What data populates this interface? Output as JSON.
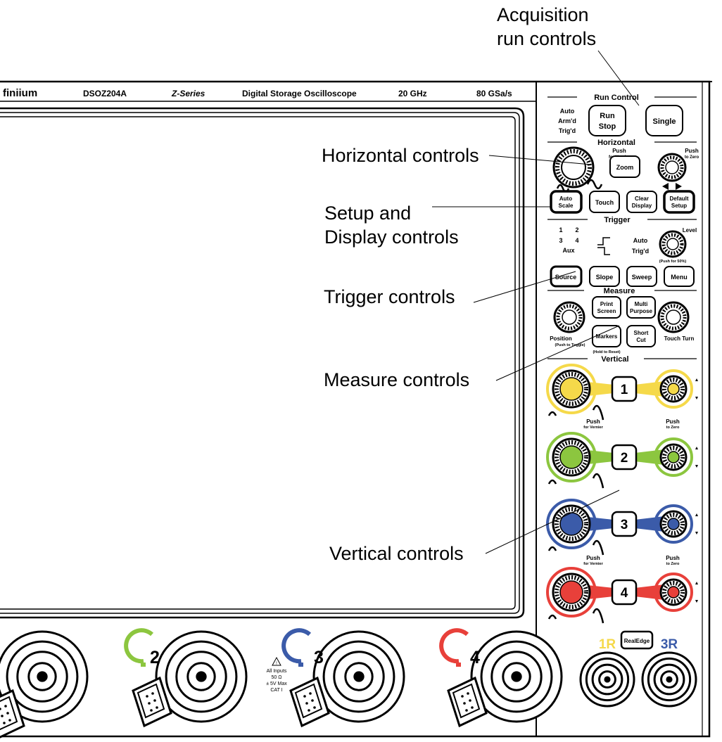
{
  "header": {
    "brand": "finiium",
    "model": "DSOZ204A",
    "series": "Z-Series",
    "description": "Digital Storage Oscilloscope",
    "bandwidth": "20 GHz",
    "sample_rate": "80 GSa/s"
  },
  "callouts": {
    "acquisition": [
      "Acquisition",
      "run controls"
    ],
    "horizontal": "Horizontal controls",
    "setup": [
      "Setup and",
      "Display controls"
    ],
    "trigger": "Trigger controls",
    "measure": "Measure controls",
    "vertical": "Vertical controls"
  },
  "panel": {
    "run_control": {
      "title": "Run Control",
      "status": [
        "Auto",
        "Arm'd",
        "Trig'd"
      ],
      "run_stop": [
        "Run",
        "Stop"
      ],
      "single": "Single"
    },
    "horizontal": {
      "title": "Horizontal",
      "push_vernier": [
        "Push",
        "for Vernier"
      ],
      "push_zero": [
        "Push",
        "to Zero"
      ],
      "zoom": "Zoom",
      "auto_scale": [
        "Auto",
        "Scale"
      ],
      "touch": "Touch",
      "clear_display": [
        "Clear",
        "Display"
      ],
      "default_setup": [
        "Default",
        "Setup"
      ]
    },
    "trigger": {
      "title": "Trigger",
      "sources": [
        "1",
        "2",
        "3",
        "4",
        "Aux"
      ],
      "mode": [
        "Auto",
        "Trig'd"
      ],
      "level": "Level",
      "push50": "(Push for 50%)",
      "source": "Source",
      "slope": "Slope",
      "sweep": "Sweep",
      "menu": "Menu"
    },
    "measure": {
      "title": "Measure",
      "print_screen": [
        "Print",
        "Screen"
      ],
      "multi_purpose": [
        "Multi",
        "Purpose"
      ],
      "markers": "Markers",
      "short_cut": [
        "Short",
        "Cut"
      ],
      "position": "Position",
      "push_toggle": "(Push to Toggle)",
      "hold_reset": "(Hold to Reset)",
      "touch_turn": "Touch Turn"
    },
    "vertical": {
      "title": "Vertical",
      "channels": [
        "1",
        "2",
        "3",
        "4"
      ],
      "push_vernier": [
        "Push",
        "for Vernier"
      ],
      "push_zero": [
        "Push",
        "to Zero"
      ]
    }
  },
  "inputs": {
    "channels": [
      "2",
      "3",
      "4"
    ],
    "warning": [
      "All Inputs",
      "50 Ω",
      "± 5V Max",
      "CAT I"
    ],
    "realedge": "RealEdge",
    "r1": "1R",
    "r3": "3R"
  },
  "colors": {
    "ch1": "#f5d94a",
    "ch2": "#8cc63f",
    "ch3": "#3b5ba9",
    "ch4": "#e8403a"
  }
}
